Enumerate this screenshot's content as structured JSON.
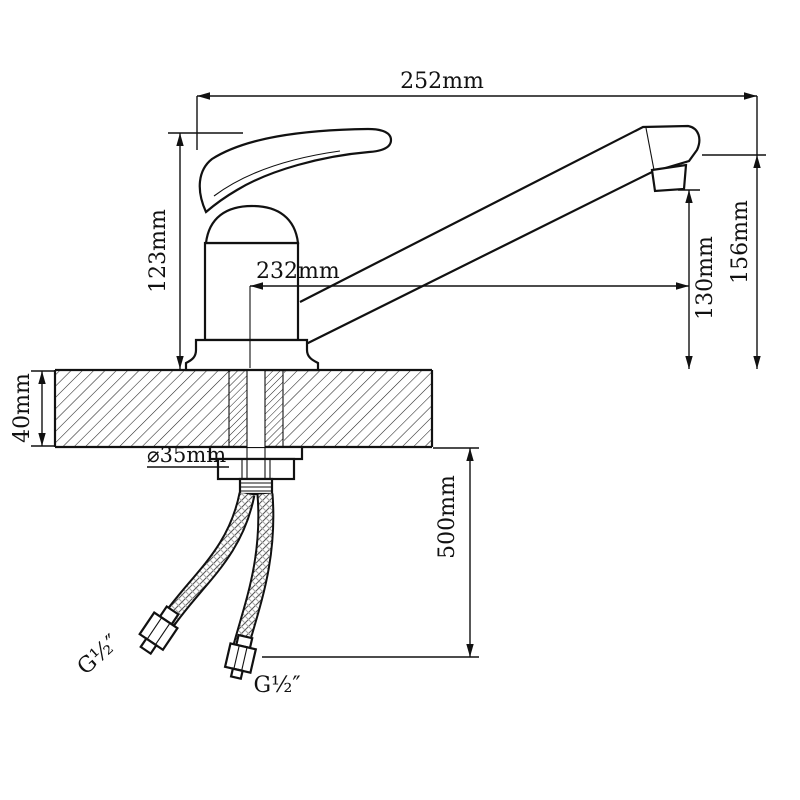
{
  "page": {
    "background": "#ffffff",
    "line_color": "#111111"
  },
  "dimensions": {
    "total_length": "252mm",
    "spout_reach": "232mm",
    "body_height": "123mm",
    "outlet_height": "130mm",
    "spout_tip_height": "156mm",
    "counter_thickness": "40mm",
    "hole_diameter": "⌀35mm",
    "hose_length": "500mm",
    "left_hose_thread": "G½″",
    "right_hose_thread": "G½″"
  }
}
